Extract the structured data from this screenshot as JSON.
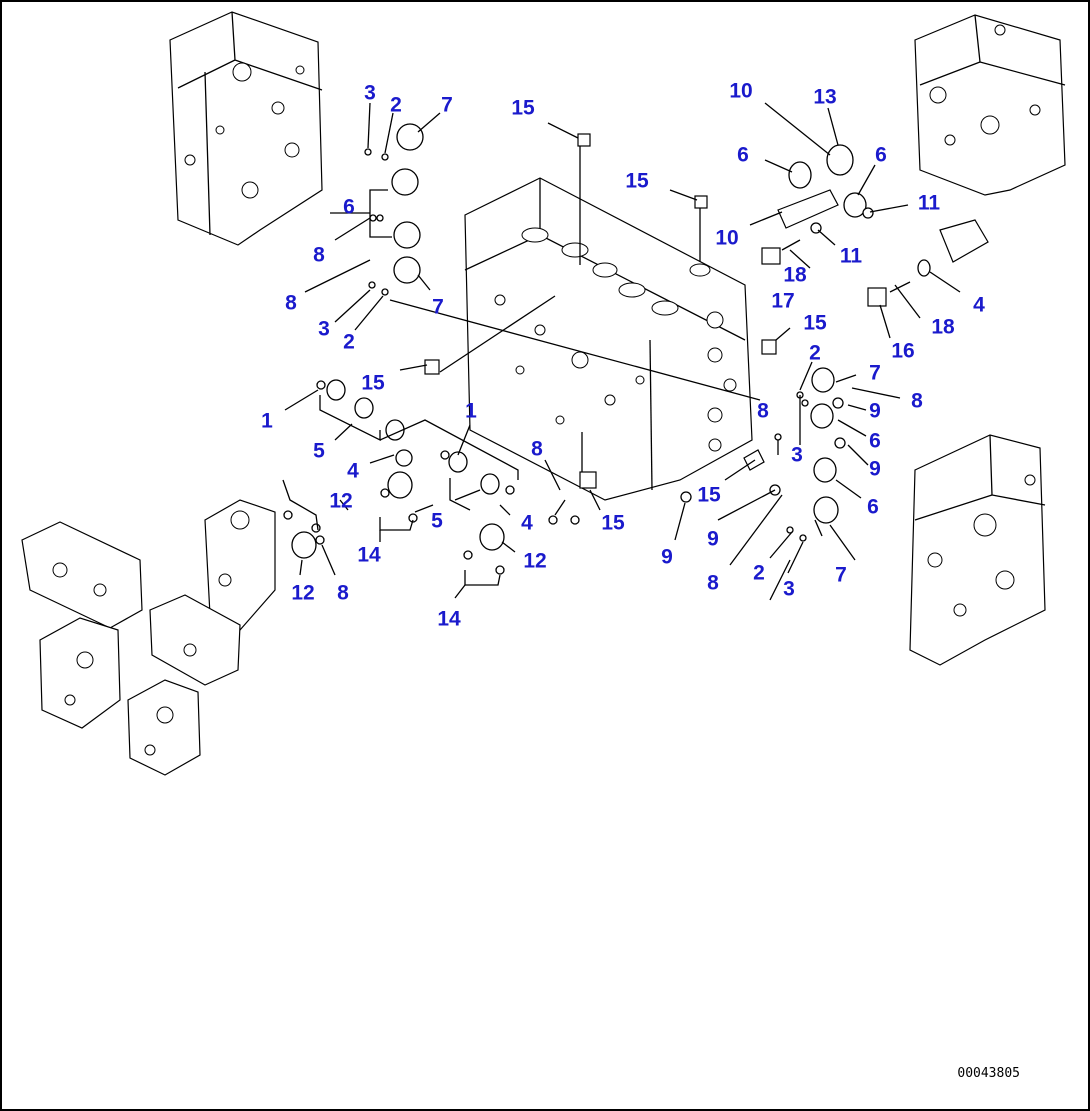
{
  "diagram": {
    "callout_color": "#1a1acc",
    "line_color": "#000000",
    "drawing_code": "00043805",
    "callouts": [
      "3",
      "2",
      "7",
      "15",
      "10",
      "13",
      "6",
      "15",
      "6",
      "11",
      "6",
      "10",
      "11",
      "8",
      "18",
      "8",
      "7",
      "17",
      "4",
      "3",
      "2",
      "18",
      "15",
      "16",
      "15",
      "2",
      "7",
      "8",
      "1",
      "1",
      "9",
      "5",
      "8",
      "6",
      "4",
      "8",
      "3",
      "9",
      "12",
      "15",
      "15",
      "6",
      "5",
      "4",
      "9",
      "9",
      "14",
      "2",
      "8",
      "12",
      "3",
      "7",
      "12",
      "8",
      "14"
    ]
  }
}
